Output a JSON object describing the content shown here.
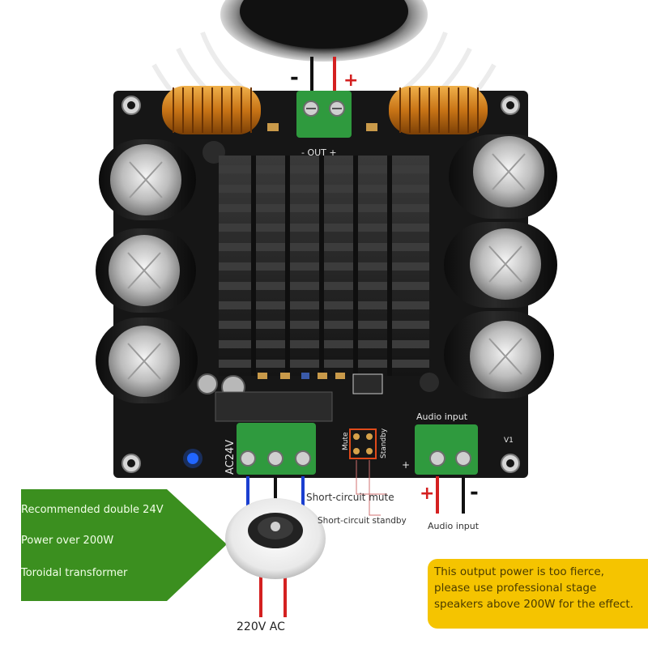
{
  "board": {
    "out_label": "- OUT +",
    "power_label": "AC24V",
    "mute_label": "Mute",
    "standby_label": "Standby",
    "audio_input_silk": "Audio input",
    "version_silk": "V1",
    "speaker_minus": "-",
    "speaker_plus": "+",
    "input_plus": "+",
    "input_minus": "-",
    "input_plus_silk": "+"
  },
  "annotations": {
    "short_circuit_mute": "Short-circuit mute",
    "short_circuit_standby": "Short-circuit standby",
    "audio_input": "Audio input",
    "ac_label": "220V AC"
  },
  "callout": {
    "line1": "Recommended double 24V",
    "line2": "Power over 200W",
    "line3": "Toroidal transformer"
  },
  "note": {
    "line1": "This output power is too fierce,",
    "line2": "please use professional stage",
    "line3": "speakers above 200W for the effect."
  },
  "colors": {
    "board": "#161616",
    "terminal": "#2f9a3e",
    "callout": "#3b8f1f",
    "note": "#f5c400",
    "wire_red": "#d42020",
    "wire_blue": "#1a3fd0",
    "led_blue": "#2266ff"
  }
}
